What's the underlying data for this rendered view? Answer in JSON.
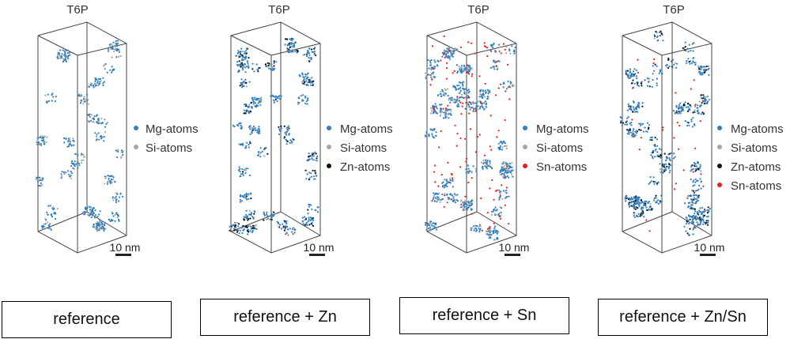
{
  "panels": [
    {
      "title": "T6P",
      "scale_label": "10 nm",
      "caption": "reference",
      "legend": [
        {
          "label": "Mg-atoms",
          "color": "#2e7fc0"
        },
        {
          "label": "Si-atoms",
          "color": "#a6a6a6"
        }
      ],
      "density": {
        "mg": 0.55,
        "zn": 0,
        "sn": 0
      }
    },
    {
      "title": "T6P",
      "scale_label": "10 nm",
      "caption": "reference + Zn",
      "legend": [
        {
          "label": "Mg-atoms",
          "color": "#2e7fc0"
        },
        {
          "label": "Si-atoms",
          "color": "#a6a6a6"
        },
        {
          "label": "Zn-atoms",
          "color": "#111111"
        }
      ],
      "density": {
        "mg": 0.8,
        "zn": 0.35,
        "sn": 0
      }
    },
    {
      "title": "T6P",
      "scale_label": "10 nm",
      "caption": "reference + Sn",
      "legend": [
        {
          "label": "Mg-atoms",
          "color": "#2e7fc0"
        },
        {
          "label": "Si-atoms",
          "color": "#a6a6a6"
        },
        {
          "label": "Sn-atoms",
          "color": "#e8201a"
        }
      ],
      "density": {
        "mg": 0.9,
        "zn": 0,
        "sn": 1.0
      }
    },
    {
      "title": "T6P",
      "scale_label": "10 nm",
      "caption": "reference + Zn/Sn",
      "legend": [
        {
          "label": "Mg-atoms",
          "color": "#2e7fc0"
        },
        {
          "label": "Si-atoms",
          "color": "#a6a6a6"
        },
        {
          "label": "Zn-atoms",
          "color": "#111111"
        },
        {
          "label": "Sn-atoms",
          "color": "#e8201a"
        }
      ],
      "density": {
        "mg": 1.0,
        "zn": 0.45,
        "sn": 0.3
      }
    }
  ]
}
